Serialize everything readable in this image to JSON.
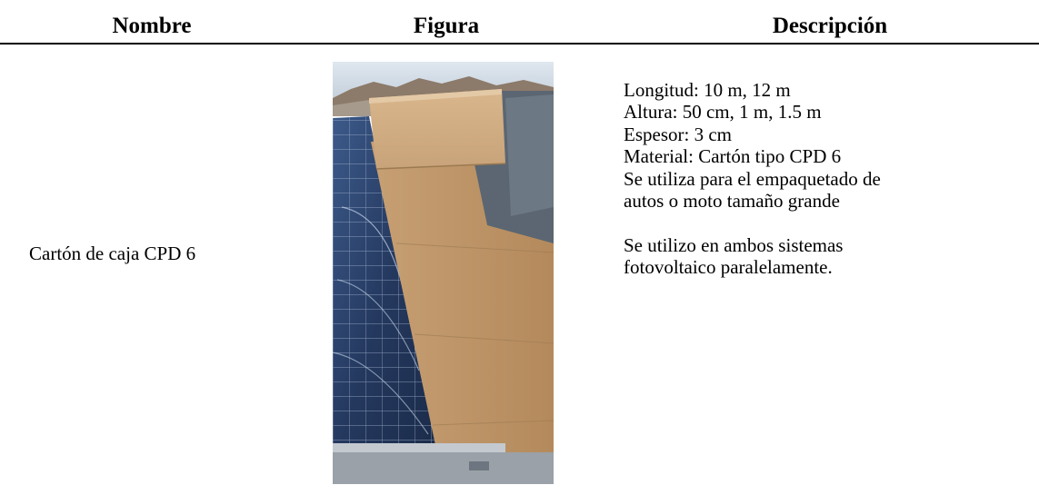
{
  "table": {
    "headers": {
      "nombre": "Nombre",
      "figura": "Figura",
      "descripcion": "Descripción"
    },
    "row": {
      "nombre": "Cartón de caja CPD 6",
      "figura": {
        "image_subject": "photo-cardboard-on-solar-panels"
      },
      "descripcion": {
        "lines": [
          "Longitud: 10 m, 12 m",
          "Altura: 50 cm, 1 m, 1.5 m",
          "Espesor: 3 cm",
          "Material: Cartón tipo CPD 6",
          "Se utiliza para el empaquetado de",
          "autos o moto tamaño grande"
        ],
        "note_lines": [
          "Se utilizo en ambos sistemas",
          "fotovoltaico paralelamente."
        ]
      }
    }
  },
  "colors": {
    "text": "#000000",
    "rule": "#000000",
    "background": "#ffffff"
  }
}
